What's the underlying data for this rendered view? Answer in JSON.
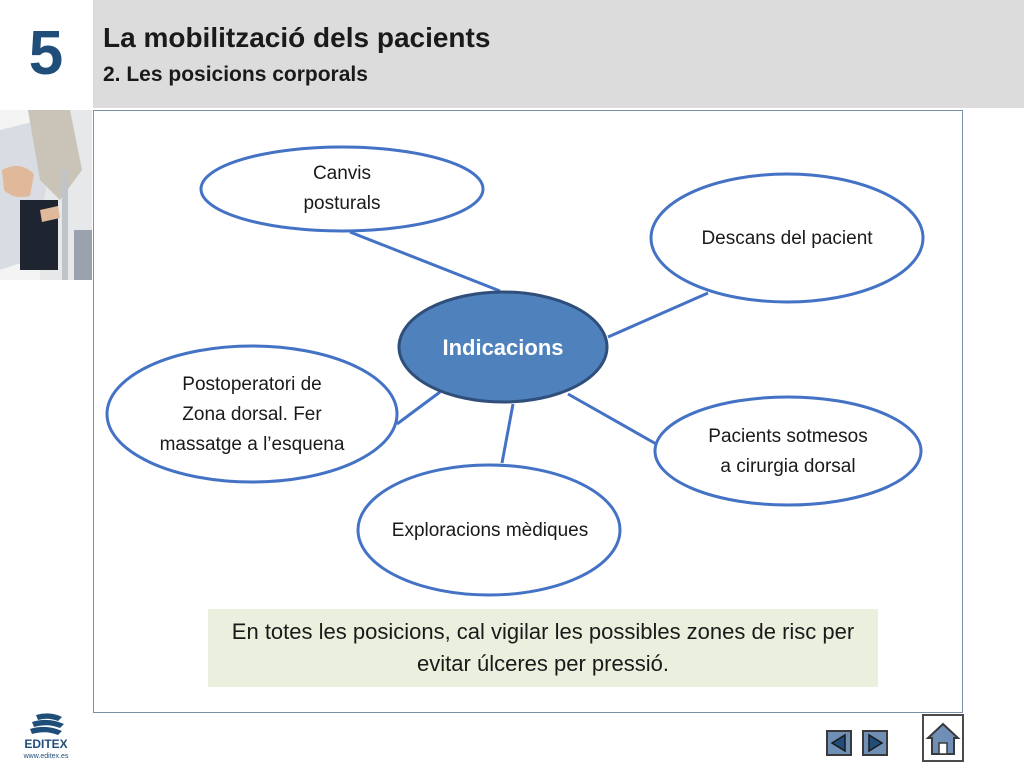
{
  "header": {
    "chapter_number": "5",
    "title": "La mobilització dels pacients",
    "subtitle": "2. Les posicions corporals"
  },
  "diagram": {
    "center": "Indicacions",
    "nodes": [
      {
        "id": "canvis",
        "label": "Canvis\nposturals"
      },
      {
        "id": "descans",
        "label": "Descans del pacient"
      },
      {
        "id": "postoperatori",
        "label": "Postoperatori de\nZona dorsal. Fer\nmassatge a l’esquena"
      },
      {
        "id": "exploracions",
        "label": "Exploracions mèdiques"
      },
      {
        "id": "cirurgia",
        "label": "Pacients sotmesos\na cirurgia dorsal"
      }
    ]
  },
  "note": "En totes les posicions, cal vigilar les possibles zones de risc per evitar úlceres per pressió.",
  "footer": {
    "logo_text": "EDITEX",
    "logo_url_text": "www.editex.es"
  },
  "colors": {
    "node_border": "#4472c4",
    "center_fill": "#4f81bd",
    "center_border": "#2f4f7a",
    "note_bg": "#ebf0de",
    "header_bg": "#dcdcdc",
    "chapter_color": "#1f4e79"
  },
  "icons": {
    "previous": "triangle-left-icon",
    "next": "triangle-right-icon",
    "home": "home-icon"
  }
}
